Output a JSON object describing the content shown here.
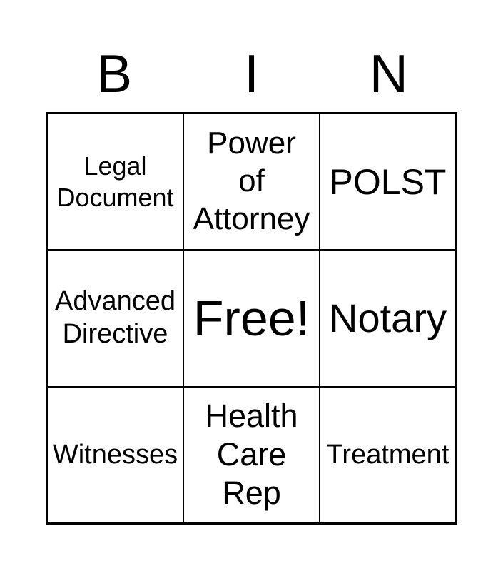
{
  "header": {
    "letters": [
      "B",
      "I",
      "N"
    ]
  },
  "grid": {
    "rows": [
      [
        {
          "text": "Legal\nDocument"
        },
        {
          "text": "Power\nof\nAttorney"
        },
        {
          "text": "POLST"
        }
      ],
      [
        {
          "text": "Advanced\nDirective"
        },
        {
          "text": "Free!"
        },
        {
          "text": "Notary"
        }
      ],
      [
        {
          "text": "Witnesses"
        },
        {
          "text": "Health\nCare\nRep"
        },
        {
          "text": "Treatment"
        }
      ]
    ]
  },
  "colors": {
    "text": "#000000",
    "border": "#000000",
    "background": "#ffffff"
  }
}
